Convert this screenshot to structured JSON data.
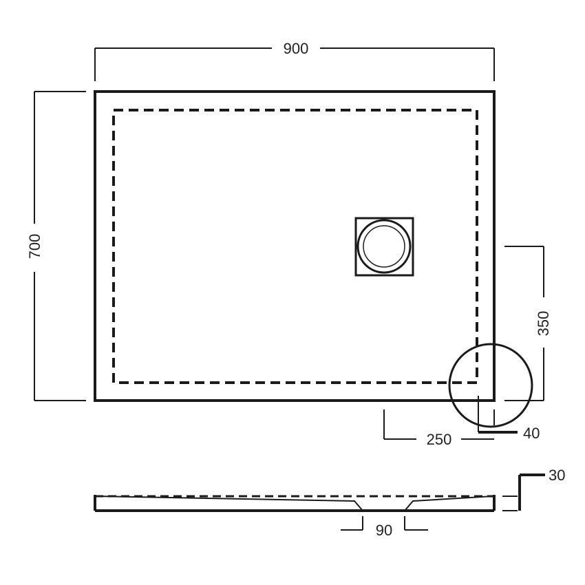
{
  "dimensions": {
    "width": "900",
    "height": "700",
    "waste_from_side": "350",
    "waste_from_front": "250",
    "lip": "40",
    "thickness": "30",
    "waste_diameter": "90"
  }
}
